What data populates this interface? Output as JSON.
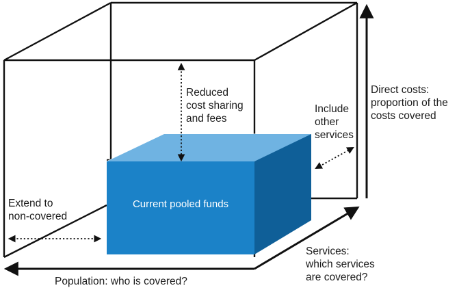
{
  "labels": {
    "reduced": [
      "Reduced",
      "cost sharing",
      "and fees"
    ],
    "direct_costs": [
      "Direct costs:",
      "proportion of the",
      "costs covered"
    ],
    "include_services": [
      "Include",
      "other",
      "services"
    ],
    "extend": [
      "Extend to",
      "non-covered"
    ],
    "current_funds": "Current pooled funds",
    "services_axis": [
      "Services:",
      "which services",
      "are covered?"
    ],
    "population_axis": "Population: who is covered?"
  },
  "colors": {
    "box_front": "#1b82c8",
    "box_top": "#6fb3e2",
    "box_side": "#0f5f98",
    "lines": "#111111"
  }
}
